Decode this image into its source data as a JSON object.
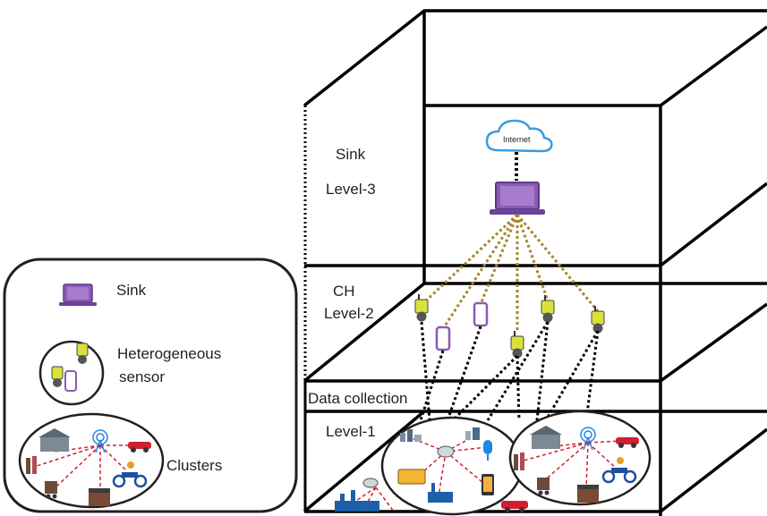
{
  "legend": {
    "sink_label": "Sink",
    "sensor_label_line1": "Heterogeneous",
    "sensor_label_line2": "sensor",
    "clusters_label": "Clusters"
  },
  "levels": {
    "level3_title": "Sink",
    "level3_name": "Level-3",
    "level2_title": "CH",
    "level2_name": "Level-2",
    "level1_title": "Data collection",
    "level1_name": "Level-1"
  },
  "cloud_label": "Internet",
  "colors": {
    "sink_purple": "#8a5bb8",
    "uplink_gold": "#a8862e",
    "cluster_link_red": "#d0202e",
    "sensor_yellow": "#d8e23a",
    "line_black": "#000000"
  }
}
